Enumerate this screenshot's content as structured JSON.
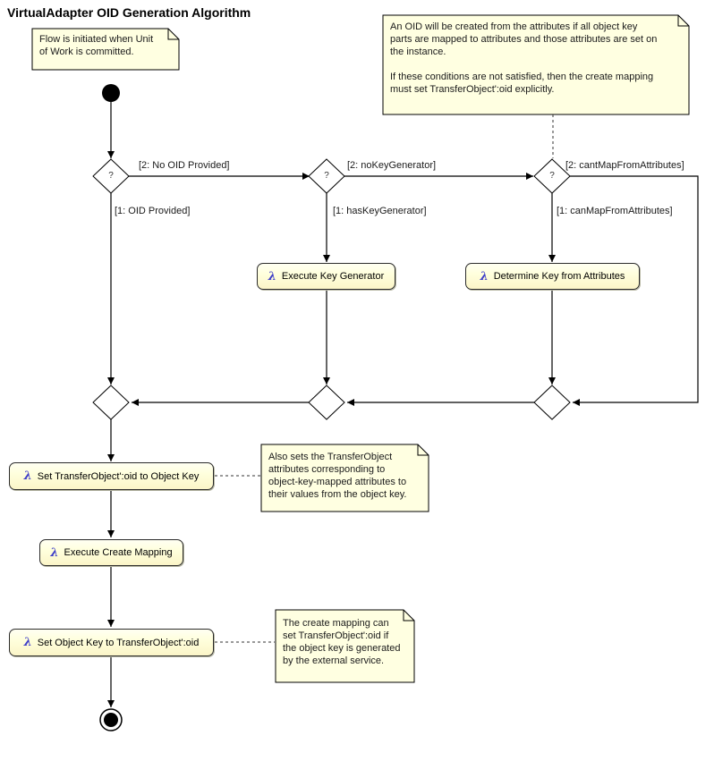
{
  "title": "VirtualAdapter OID Generation Algorithm",
  "icons": {
    "lambda_glyph": "λ",
    "decision_glyph": "?"
  },
  "colors": {
    "note_fill": "#FFFFE1",
    "action_fill": "#FFFFDE",
    "lambda_blue": "#3C3CC8",
    "line": "#000000"
  },
  "notes": {
    "start": "Flow is initiated when Unit\nof Work is committed.",
    "oid_conditions": "An OID will be created from the attributes if all object key\nparts are mapped to attributes and those attributes are set on\nthe instance.\n\nIf these conditions are not satisfied, then the create mapping\nmust set TransferObject':oid explicitly.",
    "also_sets": "Also sets the TransferObject\nattributes corresponding to\nobject-key-mapped attributes to\ntheir values from the object key.",
    "create_mapping": "The create mapping can\nset TransferObject':oid if\nthe object key is generated\nby the external service."
  },
  "actions": {
    "execute_key_generator": "Execute Key Generator",
    "determine_key_from_attributes": "Determine Key from Attributes",
    "set_oid_to_object_key": "Set TransferObject':oid to Object Key",
    "execute_create_mapping": "Execute Create Mapping",
    "set_object_key_to_oid": "Set Object Key to TransferObject':oid"
  },
  "edges": {
    "no_oid_provided": "[2: No OID Provided]",
    "oid_provided": "[1: OID Provided]",
    "no_key_generator": "[2: noKeyGenerator]",
    "has_key_generator": "[1: hasKeyGenerator]",
    "cant_map_from_attributes": "[2: cantMapFromAttributes]",
    "can_map_from_attributes": "[1: canMapFromAttributes]"
  }
}
